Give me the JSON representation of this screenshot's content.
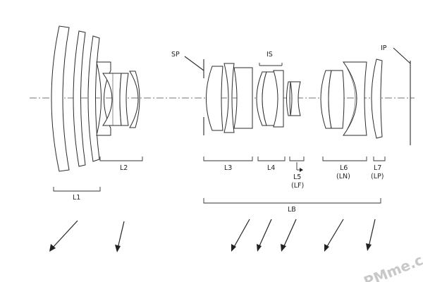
{
  "labels": {
    "L1": "L1",
    "L2": "L2",
    "L3": "L3",
    "L4": "L4",
    "L5": "L5",
    "L5_sub": "(LF)",
    "L6": "L6",
    "L6_sub": "(LN)",
    "L7": "L7",
    "L7_sub": "(LP)",
    "LB": "LB",
    "SP": "SP",
    "IS": "IS",
    "IP": "IP"
  },
  "watermark": "PMme.cc",
  "colors": {
    "ink": "#2b2b2b",
    "background": "#ffffff",
    "watermark": "#c8c8c8"
  }
}
